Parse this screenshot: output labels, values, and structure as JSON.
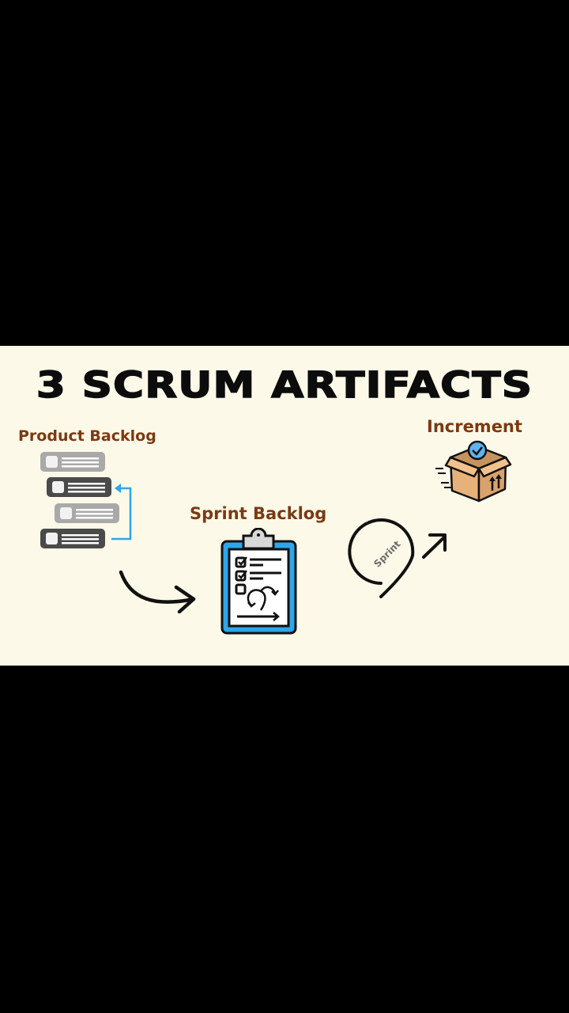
{
  "title": "3 SCRUM ARTIFACTS",
  "artifacts": {
    "product_backlog": {
      "label": "Product Backlog",
      "icon": "backlog-list-icon"
    },
    "sprint_backlog": {
      "label": "Sprint Backlog",
      "icon": "clipboard-checklist-icon"
    },
    "increment": {
      "label": "Increment",
      "icon": "box-check-icon"
    }
  },
  "sprint_cycle": {
    "label": "Sprint",
    "icon": "sprint-loop-arrow-icon"
  },
  "colors": {
    "background": "#fdf9e9",
    "label": "#7a3a12",
    "accent_blue": "#2ea6e8",
    "letterbox": "#000000"
  }
}
